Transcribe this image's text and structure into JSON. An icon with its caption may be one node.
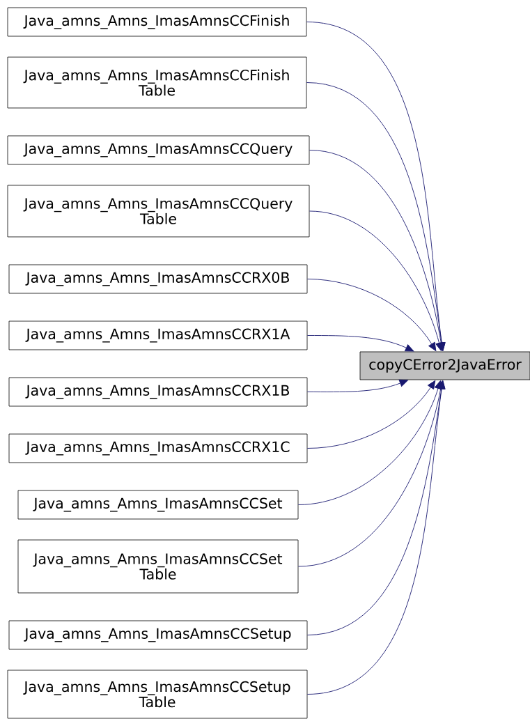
{
  "diagram": {
    "nodes": [
      {
        "text": [
          "Java_amns_Amns_ImasAmnsCCFinish"
        ]
      },
      {
        "text": [
          "Java_amns_Amns_ImasAmnsCCFinish Table"
        ]
      },
      {
        "text": [
          "Java_amns_Amns_ImasAmnsCCQuery"
        ]
      },
      {
        "text": [
          "Java_amns_Amns_ImasAmnsCCQuery Table"
        ]
      },
      {
        "text": [
          "Java_amns_Amns_ImasAmnsCCRX0B"
        ]
      },
      {
        "text": [
          "Java_amns_Amns_ImasAmnsCCRX1A"
        ]
      },
      {
        "text": [
          "Java_amns_Amns_ImasAmnsCCRX1B"
        ]
      },
      {
        "text": [
          "Java_amns_Amns_ImasAmnsCCRX1C"
        ]
      },
      {
        "text": [
          "Java_amns_Amns_ImasAmnsCCSet"
        ]
      },
      {
        "text": [
          "Java_amns_Amns_ImasAmnsCCSet Table"
        ]
      },
      {
        "text": [
          "Java_amns_Amns_ImasAmnsCCSetup"
        ]
      },
      {
        "text": [
          "Java_amns_Amns_ImasAmnsCCSetup Table"
        ]
      },
      {
        "text": [
          "copyCError2JavaError"
        ]
      }
    ],
    "edges": [
      {
        "from": 0,
        "to": 12,
        "arrow": "to"
      },
      {
        "from": 1,
        "to": 12,
        "arrow": "to"
      },
      {
        "from": 2,
        "to": 12,
        "arrow": "to"
      },
      {
        "from": 3,
        "to": 12,
        "arrow": "to"
      },
      {
        "from": 4,
        "to": 12,
        "arrow": "to"
      },
      {
        "from": 5,
        "to": 12,
        "arrow": "to"
      },
      {
        "from": 6,
        "to": 12,
        "arrow": "to"
      },
      {
        "from": 7,
        "to": 12,
        "arrow": "to"
      },
      {
        "from": 8,
        "to": 12,
        "arrow": "to"
      },
      {
        "from": 9,
        "to": 12,
        "arrow": "to"
      },
      {
        "from": 10,
        "to": 12,
        "arrow": "to"
      },
      {
        "from": 11,
        "to": 12,
        "arrow": "to"
      }
    ]
  }
}
